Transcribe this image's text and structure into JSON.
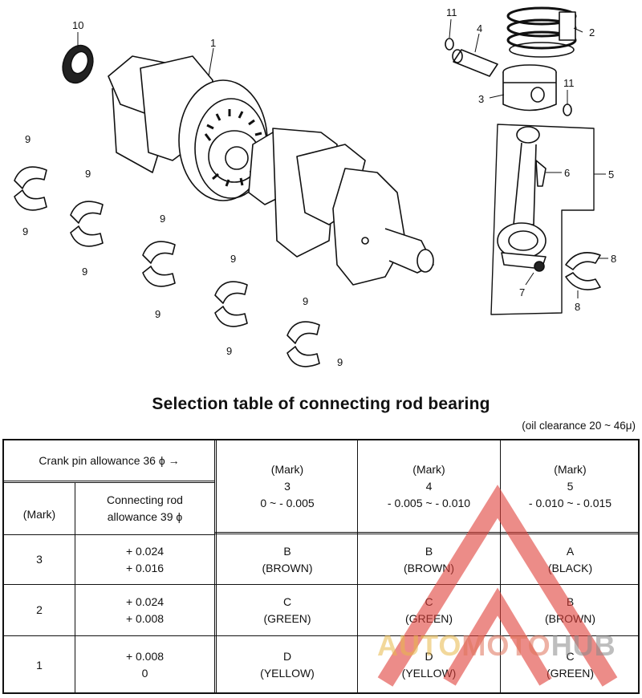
{
  "diagram": {
    "callouts": {
      "crankshaft": "1",
      "piston_rings": "2",
      "piston": "3",
      "piston_pin": "4",
      "connecting_rod": "5",
      "rod_bolt": "6",
      "rod_nut": "7",
      "rod_bearing": "8",
      "main_bearing": "9",
      "oil_seal": "10",
      "circlip": "11"
    }
  },
  "table": {
    "title": "Selection table of connecting rod bearing",
    "subtitle": "(oil clearance 20 ~ 46μ)",
    "crank_pin_header": "Crank pin allowance 36 ϕ →",
    "mark_header": "(Mark)",
    "rod_header_line1": "Connecting rod",
    "rod_header_line2": "allowance 39 ϕ",
    "columns": [
      {
        "mark_label": "(Mark)",
        "mark": "3",
        "range": "0 ~ - 0.005"
      },
      {
        "mark_label": "(Mark)",
        "mark": "4",
        "range": "- 0.005 ~ - 0.010"
      },
      {
        "mark_label": "(Mark)",
        "mark": "5",
        "range": "- 0.010 ~ - 0.015"
      }
    ],
    "rows": [
      {
        "mark": "3",
        "allow_hi": "+ 0.024",
        "allow_lo": "+ 0.016",
        "cells": [
          {
            "code": "B",
            "color": "(BROWN)"
          },
          {
            "code": "B",
            "color": "(BROWN)"
          },
          {
            "code": "A",
            "color": "(BLACK)"
          }
        ]
      },
      {
        "mark": "2",
        "allow_hi": "+ 0.024",
        "allow_lo": "+ 0.008",
        "cells": [
          {
            "code": "C",
            "color": "(GREEN)"
          },
          {
            "code": "C",
            "color": "(GREEN)"
          },
          {
            "code": "B",
            "color": "(BROWN)"
          }
        ]
      },
      {
        "mark": "1",
        "allow_hi": "+ 0.008",
        "allow_lo": "0",
        "cells": [
          {
            "code": "D",
            "color": "(YELLOW)"
          },
          {
            "code": "D",
            "color": "(YELLOW)"
          },
          {
            "code": "C",
            "color": "(GREEN)"
          }
        ]
      }
    ]
  },
  "watermark": {
    "part1": "AUTO",
    "part2": "MOTO",
    "part3": "HUB",
    "colors": {
      "red": "#e0403a",
      "gold": "#e8b94a",
      "salmon": "#e0735a",
      "gray": "#8a8a8a"
    }
  }
}
